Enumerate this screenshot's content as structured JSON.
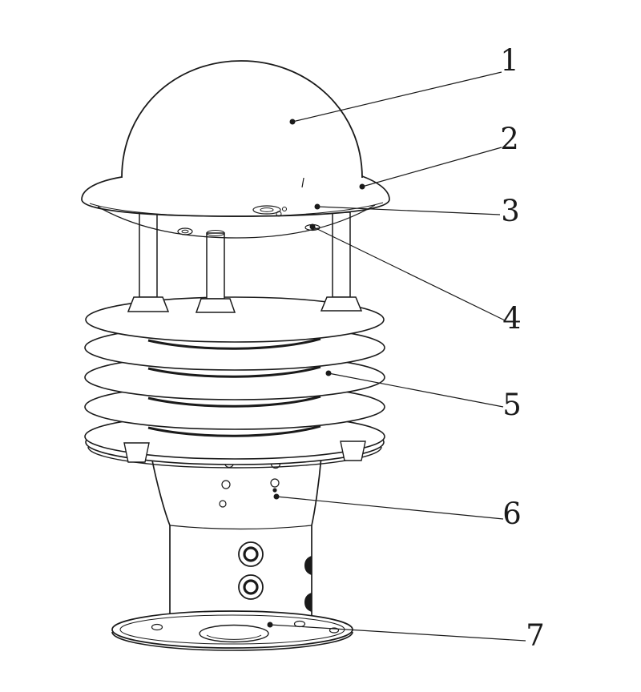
{
  "figure": {
    "type": "technical-line-drawing",
    "colors": {
      "line": "#1a1a1a",
      "background": "#ffffff"
    },
    "callouts": [
      {
        "label": "1",
        "target": "dome-cap"
      },
      {
        "label": "2",
        "target": "cap-rim-ring"
      },
      {
        "label": "3",
        "target": "top-plate-fitting"
      },
      {
        "label": "4",
        "target": "top-plate-sensor"
      },
      {
        "label": "5",
        "target": "louver-radiation-shield"
      },
      {
        "label": "6",
        "target": "body-fastener"
      },
      {
        "label": "7",
        "target": "base-mounting-plate"
      }
    ]
  }
}
